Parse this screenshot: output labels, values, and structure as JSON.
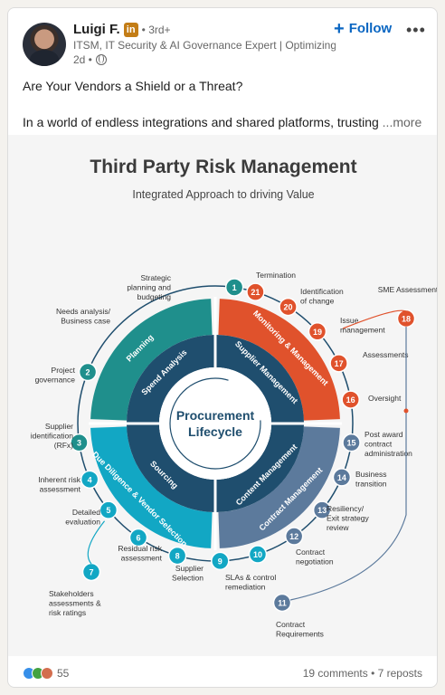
{
  "author": {
    "name": "Luigi F.",
    "premium_badge": "in",
    "degree": "• 3rd+",
    "headline": "ITSM, IT Security & AI Governance Expert | Optimizing ...",
    "time": "2d •"
  },
  "actions": {
    "follow_label": "Follow",
    "follow_plus": "+",
    "menu": "•••"
  },
  "post": {
    "line1": "Are Your Vendors a Shield or a Threat?",
    "line2": "In a world of endless integrations and shared platforms, trusting",
    "see_more": "...more"
  },
  "infographic": {
    "title": "Third Party Risk Management",
    "subtitle": "Integrated Approach to driving Value",
    "center_line1": "Procurement",
    "center_line2": "Lifecycle",
    "quadrants": [
      "Planning",
      "Monitoring & Management",
      "Contract Management",
      "Due Diligence & Vendor Selection"
    ],
    "inner_labels": [
      "Spend Analysis",
      "Supplier Management",
      "Content Management",
      "Sourcing"
    ],
    "steps": [
      {
        "n": "1",
        "label": "Strategic planning and budgeting"
      },
      {
        "n": "2",
        "label": "Needs analysis/ Business case"
      },
      {
        "n": "3",
        "label": "Project governance"
      },
      {
        "n": "4",
        "label": "Supplier identification (RFx)"
      },
      {
        "n": "5",
        "label": "Inherent risk assessment"
      },
      {
        "n": "6",
        "label": "Detailed evaluation"
      },
      {
        "n": "7",
        "label": "Stakeholders assessments & risk ratings"
      },
      {
        "n": "8",
        "label": "Residual risk assessment"
      },
      {
        "n": "9",
        "label": "Supplier Selection"
      },
      {
        "n": "10",
        "label": "SLAs & control remediation"
      },
      {
        "n": "11",
        "label": "Contract Requirements"
      },
      {
        "n": "12",
        "label": "Contract negotiation"
      },
      {
        "n": "13",
        "label": "Resiliency/ Exit strategy review"
      },
      {
        "n": "14",
        "label": "Business transition"
      },
      {
        "n": "15",
        "label": "Post award contract administration"
      },
      {
        "n": "16",
        "label": "Oversight"
      },
      {
        "n": "17",
        "label": "Assessments"
      },
      {
        "n": "18",
        "label": "SME Assessment"
      },
      {
        "n": "19",
        "label": "Issue management"
      },
      {
        "n": "20",
        "label": "Identification of change"
      },
      {
        "n": "21",
        "label": "Termination"
      }
    ],
    "colors": {
      "teal": "#1f8f8c",
      "red": "#e0522c",
      "navy": "#1f4e6e",
      "cyan": "#12a7c4",
      "slate": "#5c7a9c"
    }
  },
  "social": {
    "reaction_count": "55",
    "comments": "19 comments • 7 reposts"
  }
}
